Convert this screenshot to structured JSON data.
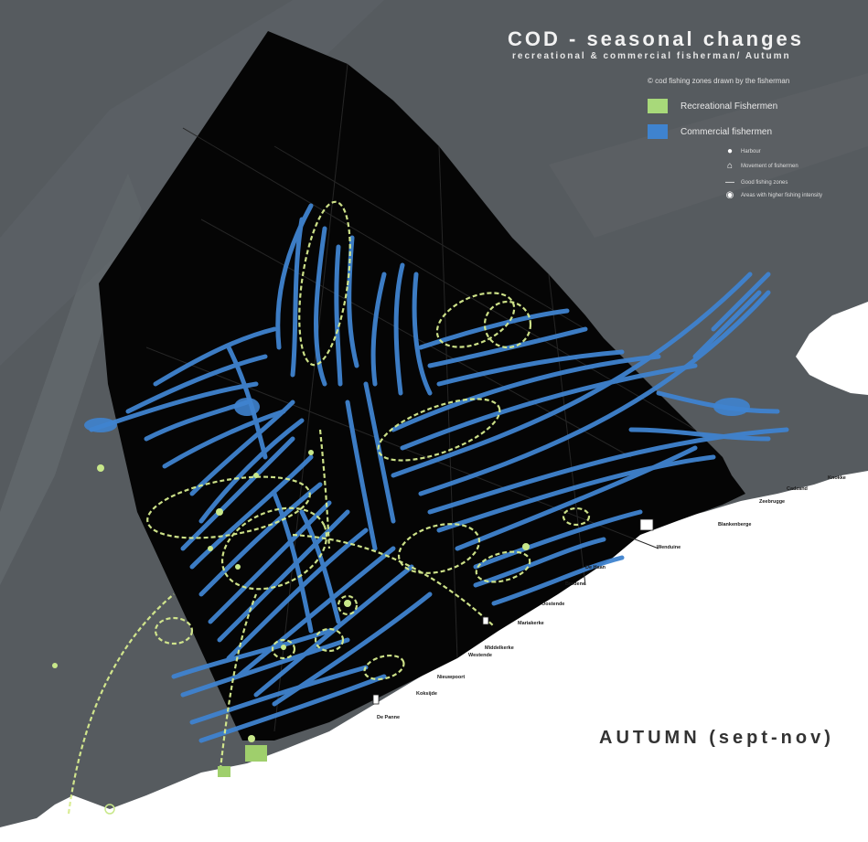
{
  "header": {
    "title": "COD - seasonal changes",
    "subtitle": "recreational & commercial fisherman/ Autumn",
    "note": "© cod fishing zones drawn by the fisherman"
  },
  "legend": {
    "recreational": {
      "label": "Recreational Fishermen",
      "color": "#a8d97a"
    },
    "commercial": {
      "label": "Commercial fishermen",
      "color": "#3f83cf"
    }
  },
  "symbols": [
    {
      "icon": "marker-pin-icon",
      "glyph": "●",
      "label": "Harbour"
    },
    {
      "icon": "boat-icon",
      "glyph": "⌂",
      "label": "Movement of fishermen"
    },
    {
      "icon": "line-icon",
      "glyph": "—",
      "label": "Good fishing zones"
    },
    {
      "icon": "circle-dot-icon",
      "glyph": "◉",
      "label": "Areas with higher fishing intensity"
    }
  ],
  "season_label": "AUTUMN (sept-nov)",
  "places": [
    "Knokke",
    "Cadzand",
    "Zeebrugge",
    "Blankenberge",
    "Wenduine",
    "De Haan",
    "Bredene",
    "Oostende",
    "Mariakerke",
    "Middelkerke",
    "Westende",
    "Nieuwpoort",
    "Koksijde",
    "De Panne"
  ],
  "colors": {
    "sea": "#555a5e",
    "land": "#ffffff",
    "study_area": "#050505",
    "grid": "#2a2a2a"
  }
}
